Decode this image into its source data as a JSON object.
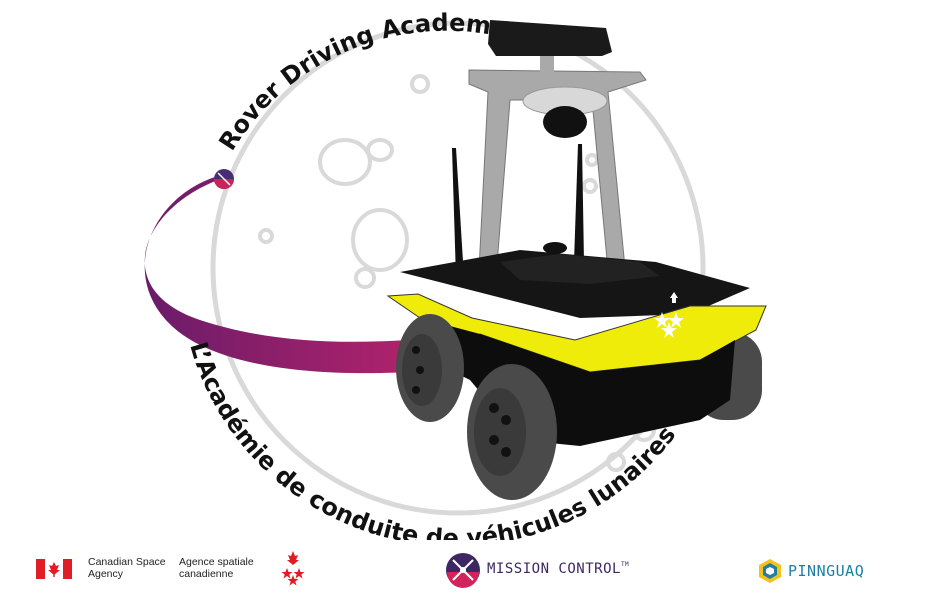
{
  "title_en": "Rover Driving Academy",
  "title_fr": "L’Académie de conduite de véhicules lunaires",
  "footer": {
    "csa_en": "Canadian Space Agency",
    "csa_fr": "Agence spatiale canadienne",
    "mission_control": "MISSION CONTROL",
    "mission_control_tm": "TM",
    "pinnguaq": "PINNGUAQ"
  },
  "colors": {
    "rover_body": "#0d0d0d",
    "rover_trim": "#f0ec0a",
    "mast": "#a9a9a9",
    "trail": "#a0206a",
    "moon_outline": "#d6d6d6",
    "canada_red": "#e01d24",
    "mc_purple": "#3d2763",
    "pinnguaq_blue": "#1e7fa6"
  },
  "icons": {
    "flag": "canada-flag-icon",
    "csa": "csa-maple-star-icon",
    "mission_control": "mission-control-logo-icon",
    "pinnguaq": "pinnguaq-hex-logo-icon",
    "rover_badge": "maple-leaf-stars-icon"
  }
}
